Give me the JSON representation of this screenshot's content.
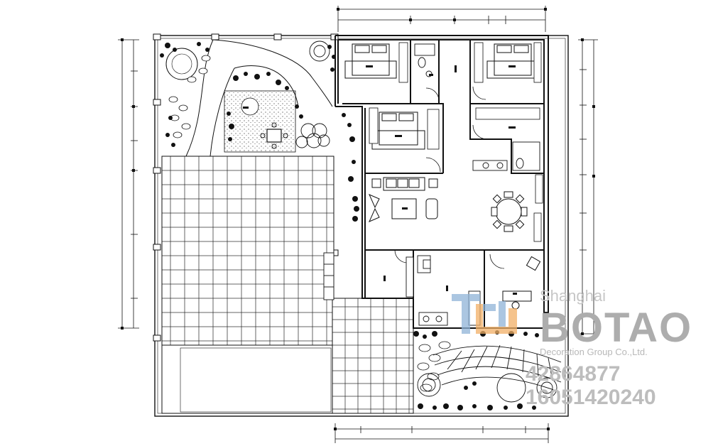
{
  "watermark": {
    "city": "Shanghai",
    "brand": "BOTAO",
    "subtitle": "Decoration Group Co.,Ltd.",
    "phone_1": "42864877",
    "phone_2": "16051420240",
    "colors": {
      "logo_blue": "#8fb4d8",
      "logo_orange": "#f2b066",
      "text_gray": "#b3b3b3"
    }
  },
  "icons": [
    "bed-icon",
    "dining-table-icon",
    "sofa-icon",
    "toilet-icon",
    "tree-icon",
    "round-table-icon"
  ]
}
